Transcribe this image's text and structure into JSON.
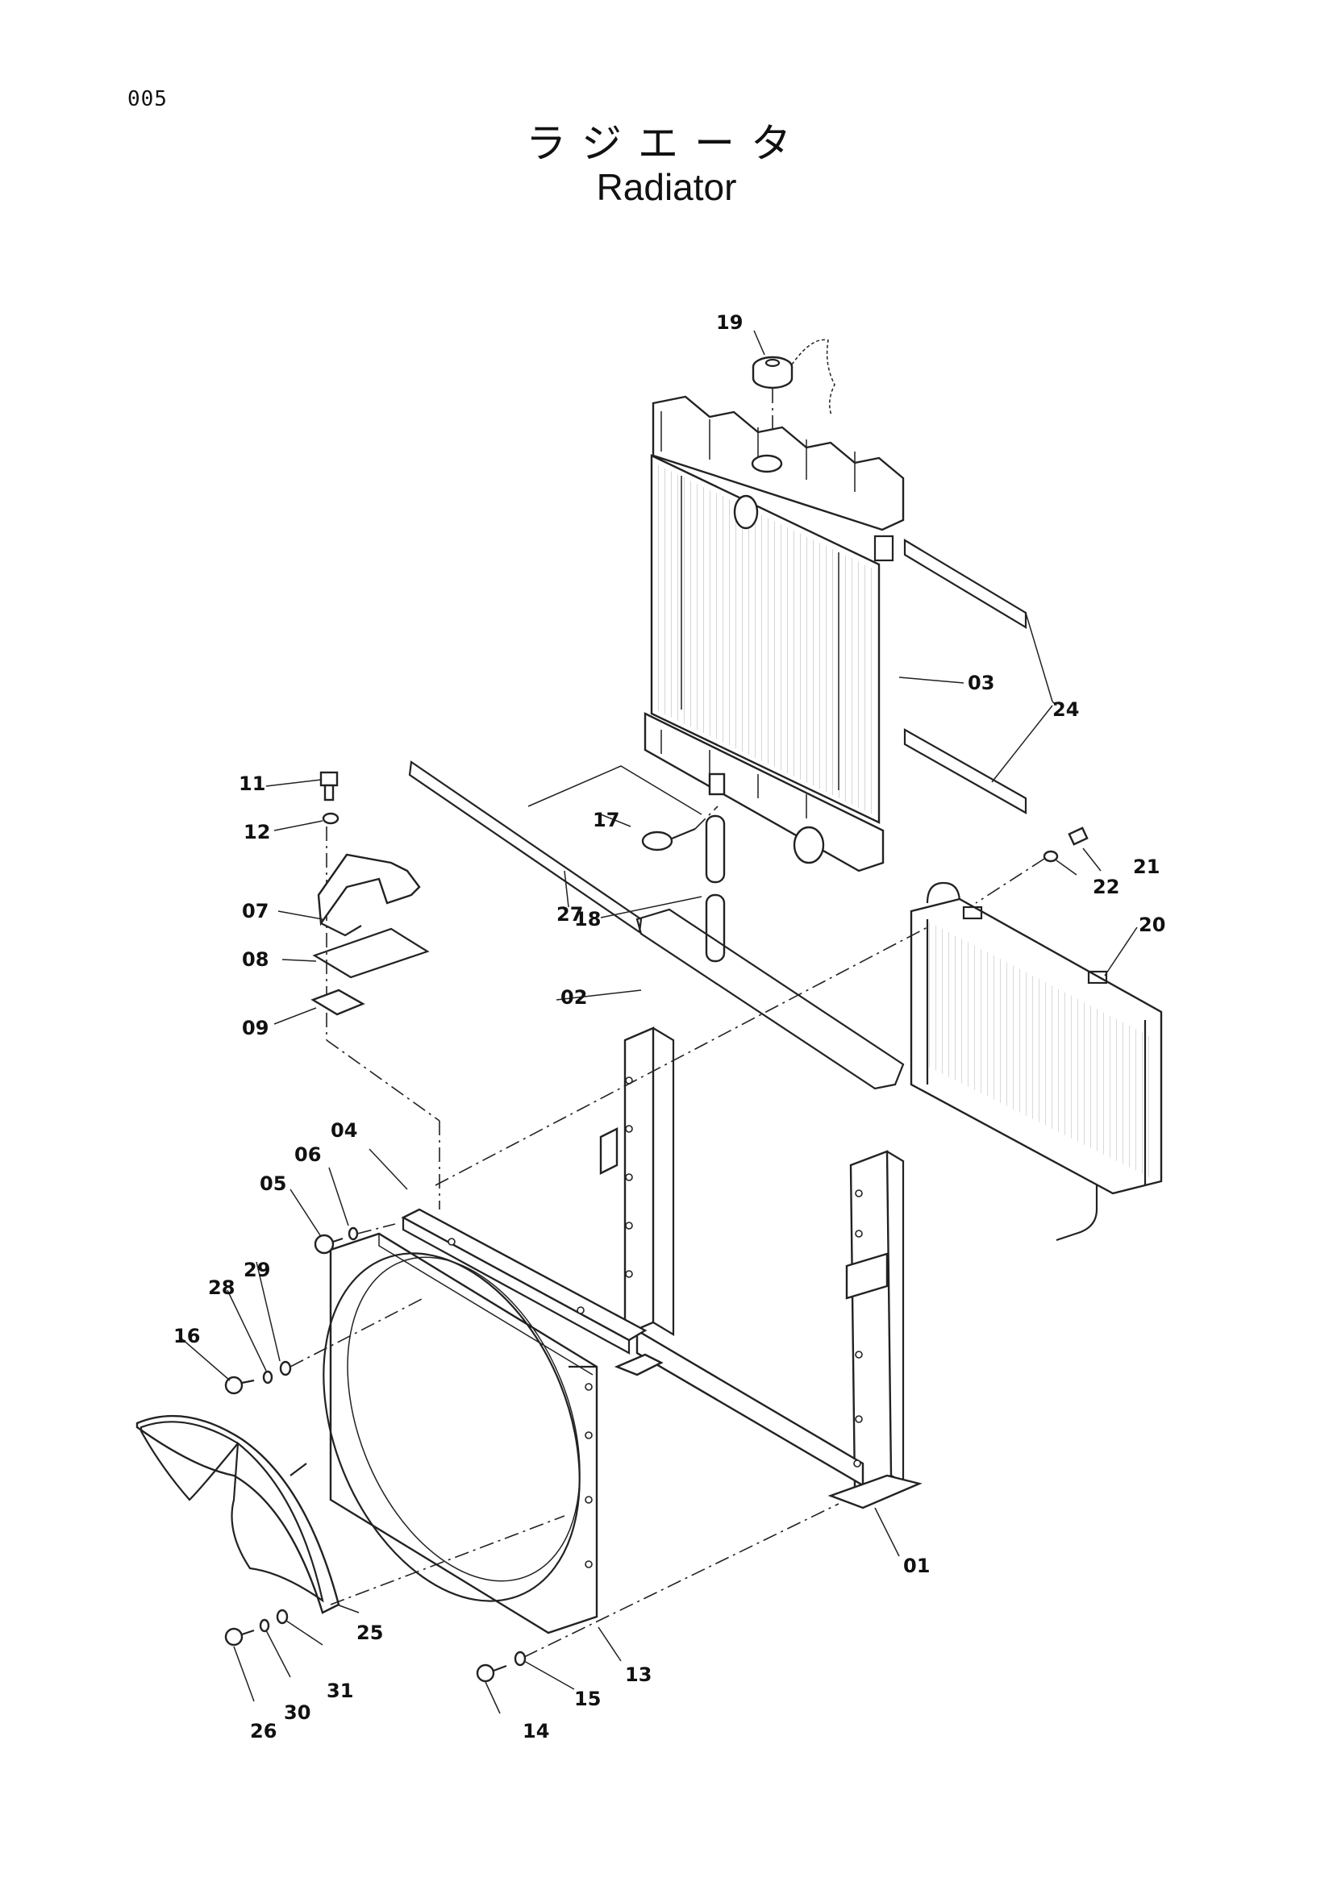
{
  "page": {
    "code": "005",
    "title_jp": "ラジエータ",
    "title_en": "Radiator"
  },
  "callouts": [
    "01",
    "02",
    "03",
    "04",
    "05",
    "06",
    "07",
    "08",
    "09",
    "11",
    "12",
    "13",
    "14",
    "15",
    "16",
    "17",
    "18",
    "19",
    "20",
    "21",
    "22",
    "24",
    "25",
    "26",
    "27",
    "28",
    "29",
    "30",
    "31"
  ],
  "parts": [
    "frame",
    "cushion-sheet",
    "radiator-core",
    "bracket-bar",
    "fan-shroud",
    "fan-guard",
    "oil-cooler",
    "radiator-cap",
    "seal-strip"
  ]
}
